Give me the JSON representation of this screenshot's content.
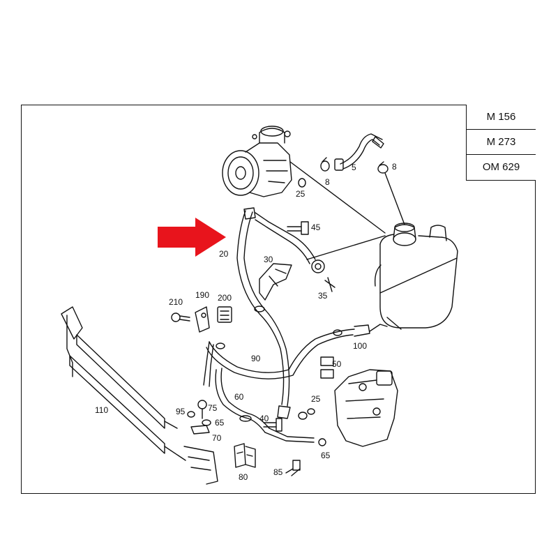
{
  "engine_codes": [
    "M 156",
    "M 273",
    "OM 629"
  ],
  "callouts": [
    {
      "id": "c5",
      "text": "5"
    },
    {
      "id": "c8a",
      "text": "8"
    },
    {
      "id": "c8b",
      "text": "8"
    },
    {
      "id": "c25a",
      "text": "25"
    },
    {
      "id": "c45",
      "text": "45"
    },
    {
      "id": "c20",
      "text": "20"
    },
    {
      "id": "c30",
      "text": "30"
    },
    {
      "id": "c35",
      "text": "35"
    },
    {
      "id": "c210",
      "text": "210"
    },
    {
      "id": "c190",
      "text": "190"
    },
    {
      "id": "c200",
      "text": "200"
    },
    {
      "id": "c100",
      "text": "100"
    },
    {
      "id": "c90",
      "text": "90"
    },
    {
      "id": "c50",
      "text": "50"
    },
    {
      "id": "c60",
      "text": "60"
    },
    {
      "id": "c25b",
      "text": "25"
    },
    {
      "id": "c110",
      "text": "110"
    },
    {
      "id": "c95",
      "text": "95"
    },
    {
      "id": "c75",
      "text": "75"
    },
    {
      "id": "c65a",
      "text": "65"
    },
    {
      "id": "c70",
      "text": "70"
    },
    {
      "id": "c40",
      "text": "40"
    },
    {
      "id": "c65b",
      "text": "65"
    },
    {
      "id": "c85",
      "text": "85"
    },
    {
      "id": "c80",
      "text": "80"
    }
  ],
  "colors": {
    "arrow": "#e8141c",
    "line": "#111111",
    "paper": "#ffffff"
  }
}
